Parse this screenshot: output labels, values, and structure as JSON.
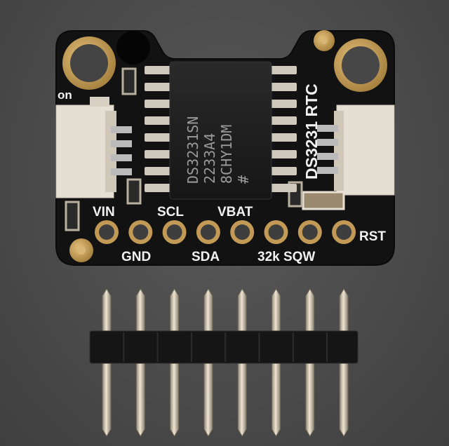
{
  "board": {
    "on_label": "on",
    "rtc_label": "DS3231 RTC",
    "chip_lines": [
      "DS3231SN",
      "2233A4",
      "8CHY1DM",
      "#"
    ],
    "top_pins": [
      "VIN",
      "SCL",
      "VBAT"
    ],
    "bottom_pins": [
      "GND",
      "SDA",
      "32k SQW"
    ],
    "rst_label": "RST"
  },
  "colors": {
    "pcb": "#111111",
    "gold": "#c9a25a",
    "chip": "#1c1c1c",
    "connector": "#e6e0d6",
    "header_plastic": "#161616",
    "pin_metal": "#d9cdb8"
  }
}
